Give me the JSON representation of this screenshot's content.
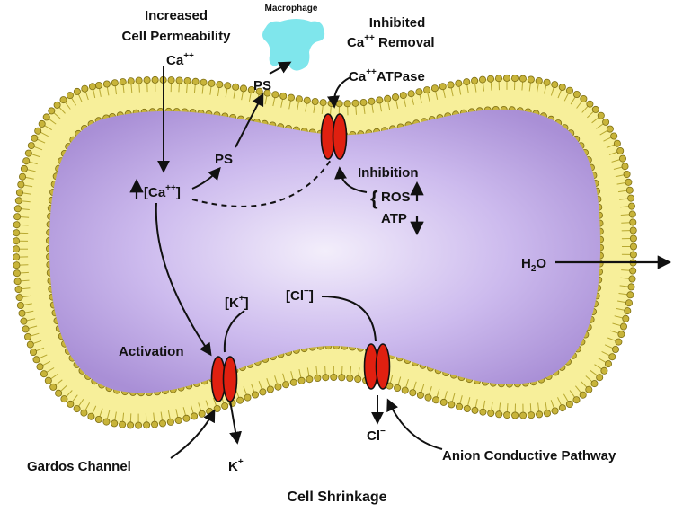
{
  "labels": {
    "macrophage": "Macrophage",
    "increased_1": "Increased",
    "increased_2": "Cell Permeability",
    "ca_top": "Ca",
    "ca_top_sup": "++",
    "inhibited_1": "Inhibited",
    "inhibited_2_base": "Ca",
    "inhibited_2_sup": "++",
    "inhibited_2_rest": " Removal",
    "atpase_base": "Ca",
    "atpase_sup": "++",
    "atpase_rest": "ATPase",
    "ps_top": "PS",
    "ps_mid": "PS",
    "ca_conc_open": "[Ca",
    "ca_conc_sup": "++",
    "ca_conc_close": "]",
    "inhibition": "Inhibition",
    "ros": "ROS",
    "atp": "ATP",
    "h2o_h": "H",
    "h2o_sub": "2",
    "h2o_o": "O",
    "k_conc_open": "[K",
    "k_conc_sup": "+",
    "k_conc_close": "]",
    "cl_conc_open": "[Cl",
    "cl_conc_sup": "−",
    "cl_conc_close": "]",
    "activation": "Activation",
    "gardos": "Gardos Channel",
    "k_out": "K",
    "k_out_sup": "+",
    "cl_out": "Cl",
    "cl_out_sup": "−",
    "anion": "Anion Conductive Pathway",
    "caption": "Cell Shrinkage"
  },
  "colors": {
    "cytoplasm_center": "#f3eefb",
    "cytoplasm_edge": "#a98fd6",
    "membrane_band": "#f7ef9a",
    "lipid_head": "#c8b43a",
    "lipid_head_stroke": "#7d6e12",
    "channel": "#e02010",
    "macrophage": "#7fe6ec"
  }
}
